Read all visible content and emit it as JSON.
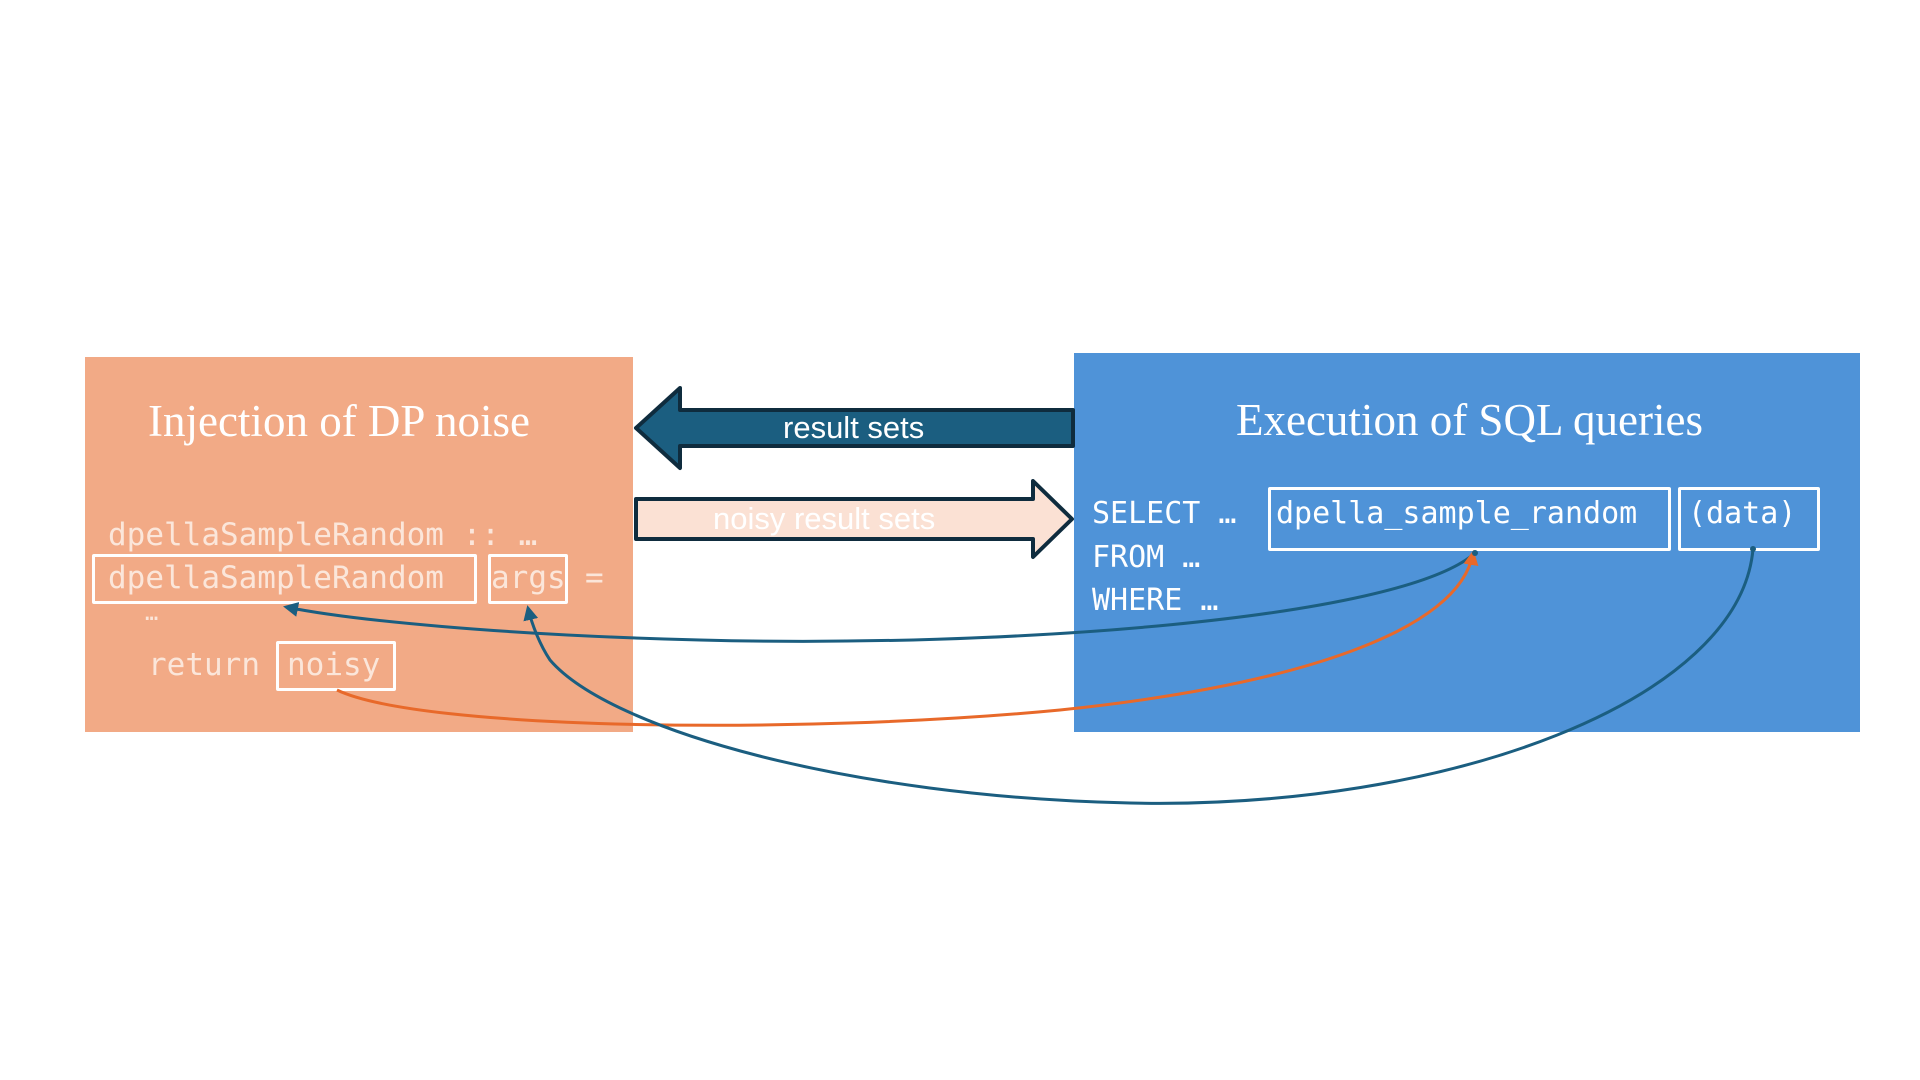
{
  "left_panel": {
    "title": "Injection of DP noise",
    "code_line1": "dpellaSampleRandom :: …",
    "code_fn": "dpellaSampleRandom",
    "code_args": "args",
    "code_eq": "=",
    "code_ellipsis": "…",
    "code_return": "return",
    "code_noisy": "noisy"
  },
  "right_panel": {
    "title": "Execution of SQL queries",
    "select_kw": "SELECT …",
    "fn_name": "dpella_sample_random",
    "fn_arg": "(data)",
    "from_line": "FROM …",
    "where_line": "WHERE …"
  },
  "arrows": {
    "result_sets_label": "result sets",
    "noisy_result_sets_label": "noisy result sets"
  },
  "colors": {
    "left_panel": "#f2aa86",
    "right_panel": "#4f93d8",
    "dark_arrow": "#1b5e80",
    "light_arrow": "#fbe1d4",
    "connector_blue": "#1b5e80",
    "connector_orange": "#e8692a"
  }
}
